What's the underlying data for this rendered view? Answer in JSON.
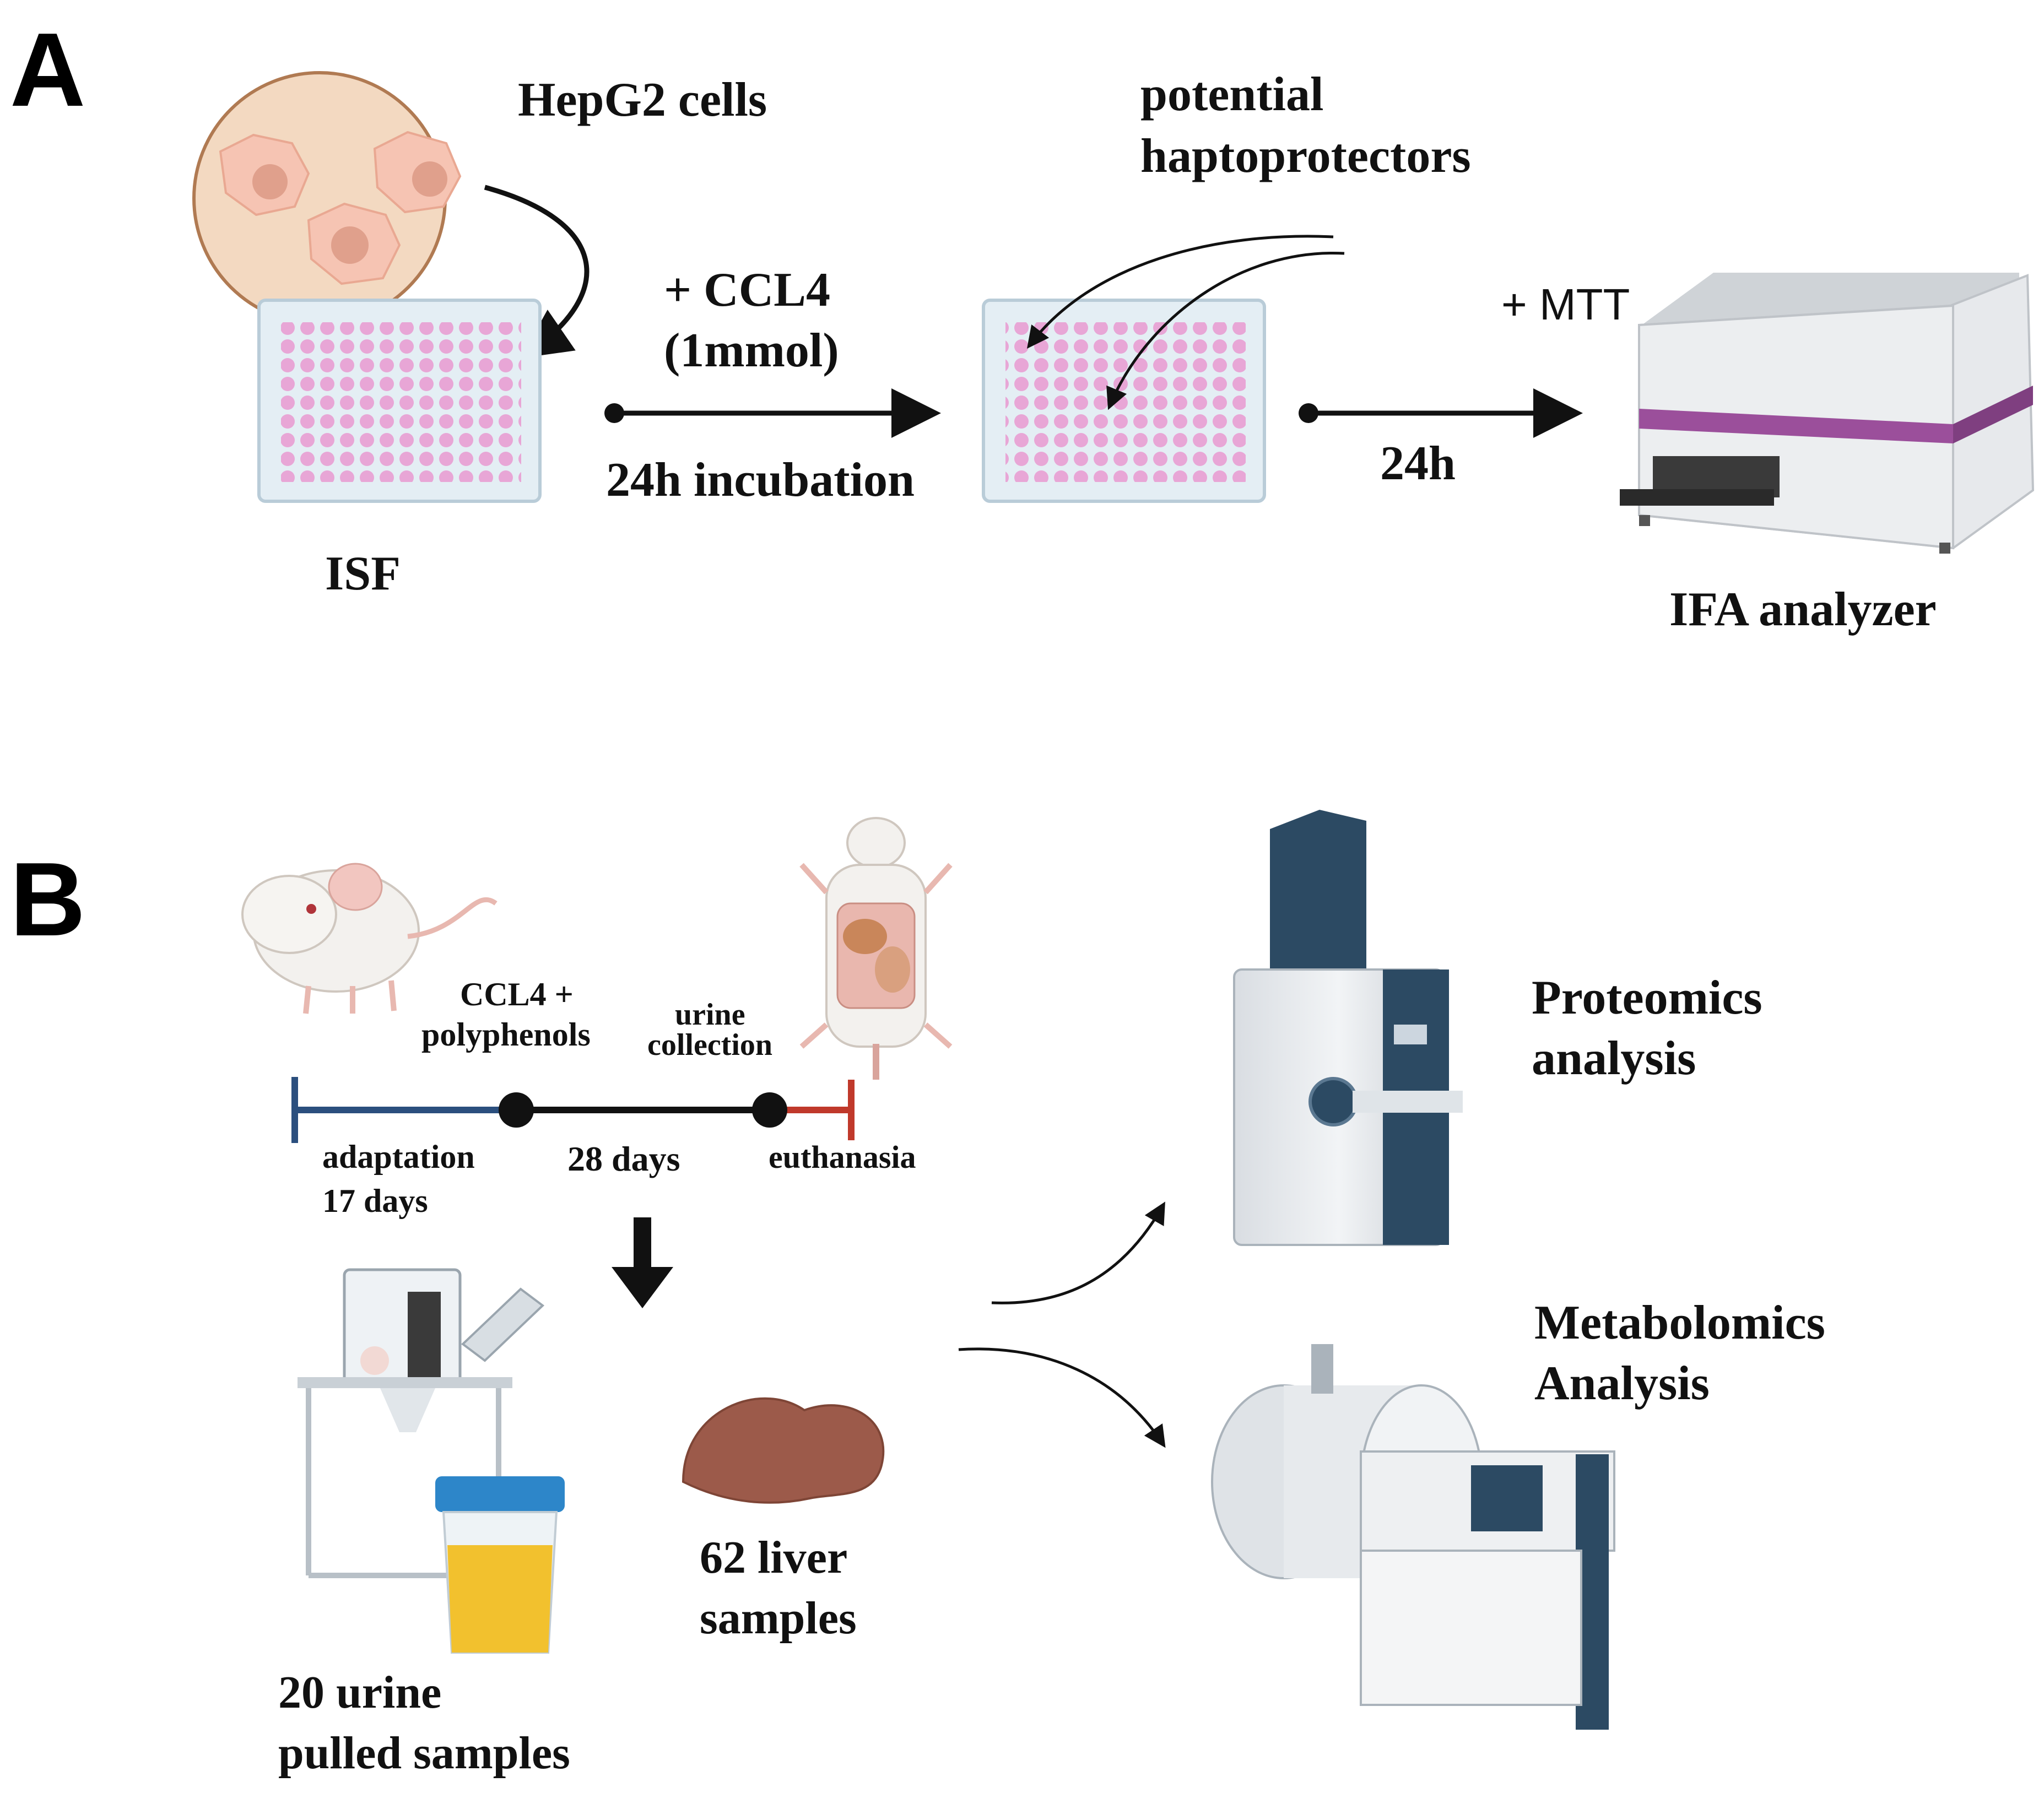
{
  "panel_a": {
    "letter": "A",
    "cells_label": "HepG2 cells",
    "plate_label": "ISF",
    "treatment_line1": "+ CCL4",
    "treatment_line2": "(1mmol)",
    "incubation_label": "24h incubation",
    "potential_line1": "potential",
    "potential_line2": "haptoprotectors",
    "reagent_label": "+ MTT",
    "duration_label": "24h",
    "analyzer_label": "IFA analyzer"
  },
  "panel_b": {
    "letter": "B",
    "ccl4_line1": "CCL4 +",
    "ccl4_line2": "polyphenols",
    "urine_line1": "urine",
    "urine_line2": "collection",
    "adaptation_line1": "adaptation",
    "adaptation_line2": "17 days",
    "days_label": "28 days",
    "euthanasia_label": "euthanasia",
    "urine_samples_line1": "20 urine",
    "urine_samples_line2": "pulled samples",
    "liver_samples_line1": "62 liver",
    "liver_samples_line2": "samples",
    "proteomics_line1": "Proteomics",
    "proteomics_line2": "analysis",
    "metabolomics_line1": "Metabolomics",
    "metabolomics_line2": "Analysis"
  },
  "colors": {
    "timeline_adaptation": "#2b4f7e",
    "timeline_treatment": "#111111",
    "timeline_euthanasia": "#c0392b",
    "well_pink": "#e8a6d6",
    "analyzer_band": "#9b4f9b",
    "instrument_blue": "#2c4a63",
    "liver_brown": "#9c5a4a",
    "urine_yellow": "#f2c12e",
    "cup_lid_blue": "#2d86c9",
    "dish_fill": "#f3d9c1"
  }
}
